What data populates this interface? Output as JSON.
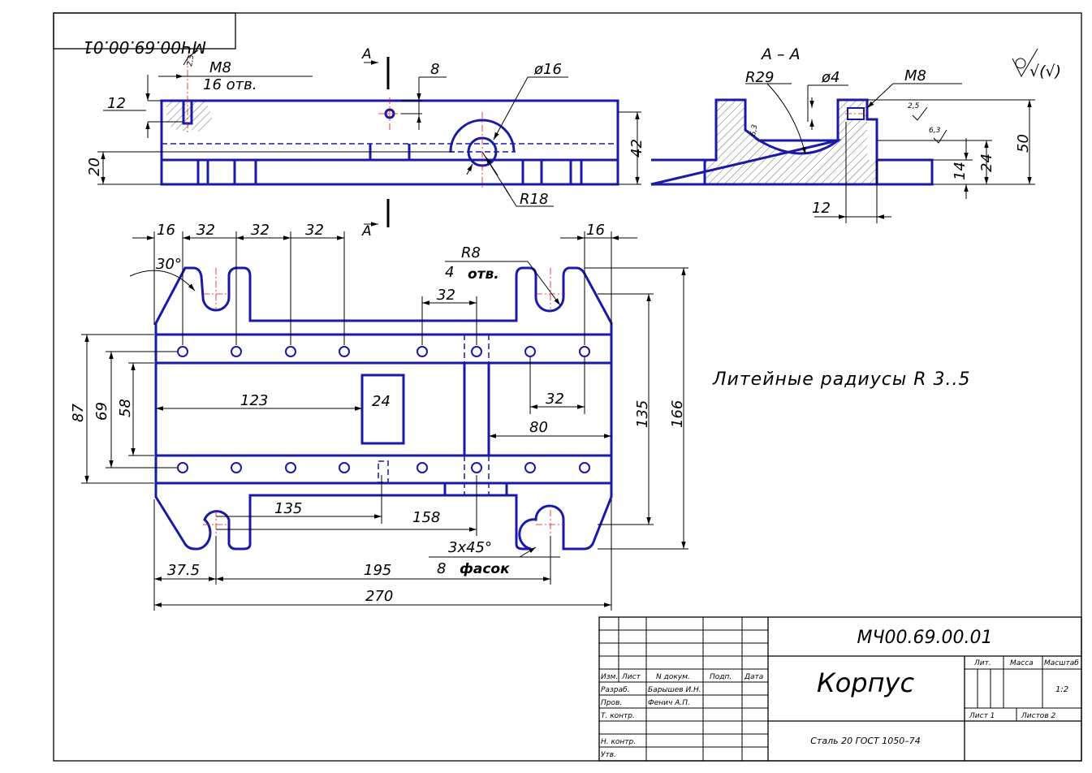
{
  "drawing": {
    "code": "МЧ00.69.00.01",
    "code_mirrored": "МЧ00.69.00.01",
    "name": "Корпус",
    "material": "Сталь 20 ГОСТ 1050–74",
    "scale": "1:2",
    "sheet": "Лист 1",
    "sheets": "Листов 2",
    "note": "Литейные радиусы R 3..5",
    "roughness": "6,3",
    "roughness_general": "√(√)"
  },
  "title_block": {
    "col_izm": "Изм.",
    "col_list": "Лист",
    "col_doc": "N докум.",
    "col_sign": "Подп.",
    "col_date": "Дата",
    "row_razrab": "Разраб.",
    "row_prov": "Пров.",
    "row_tkontr": "Т. контр.",
    "row_nkontr": "Н. контр.",
    "row_utv": "Утв.",
    "razrab_name": "Барышев И.Н.",
    "prov_name": "Фенич А.П.",
    "lit": "Лит.",
    "massa": "Масса",
    "masshtab": "Масштаб"
  },
  "section": {
    "label": "А – А",
    "cut_mark": "А"
  },
  "dims_front": {
    "m8": "M8",
    "holes16": "16 отв.",
    "d12": "12",
    "d8": "8",
    "phi16": "ø16",
    "r18": "R18",
    "d20": "20",
    "d42": "42",
    "r25": "2,5"
  },
  "dims_section": {
    "r29": "R29",
    "phi4": "ø4",
    "m8": "M8",
    "d50": "50",
    "d24": "24",
    "d14": "14",
    "d12": "12",
    "r63a": "6,3",
    "r25": "2,5",
    "r63b": "6,3"
  },
  "dims_plan": {
    "d16a": "16",
    "d32a": "32",
    "d32b": "32",
    "d32c": "32",
    "d16b": "16",
    "a30": "30°",
    "r8": "R8",
    "holes4": "4",
    "holes4_label": "отв.",
    "d32d": "32",
    "d87": "87",
    "d69": "69",
    "d58": "58",
    "d123": "123",
    "d24": "24",
    "d32e": "32",
    "d80": "80",
    "d135v": "135",
    "d166": "166",
    "d135h": "135",
    "d158": "158",
    "chamfer": "3x45°",
    "chamfer_n": "8",
    "chamfer_label": "фасок",
    "d375": "37.5",
    "d195": "195",
    "d270": "270"
  }
}
